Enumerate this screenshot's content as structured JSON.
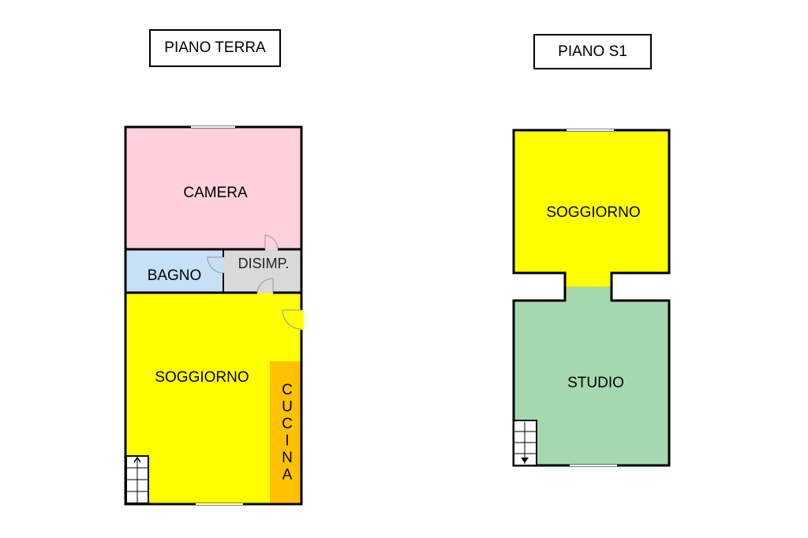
{
  "floors": [
    {
      "title": "PIANO TERRA",
      "rooms": {
        "camera": {
          "label": "CAMERA",
          "color": "#ffd1dc"
        },
        "bagno": {
          "label": "BAGNO",
          "color": "#c7e0f5"
        },
        "disimpegno": {
          "label": "DISIMP.",
          "color": "#d9d9d9"
        },
        "soggiorno": {
          "label": "SOGGIORNO",
          "color": "#ffff00"
        },
        "cucina": {
          "label": "CUCINA",
          "color": "#ffc000"
        }
      }
    },
    {
      "title": "PIANO S1",
      "rooms": {
        "soggiorno": {
          "label": "SOGGIORNO",
          "color": "#ffff00"
        },
        "studio": {
          "label": "STUDIO",
          "color": "#a6d8b0"
        }
      }
    }
  ]
}
